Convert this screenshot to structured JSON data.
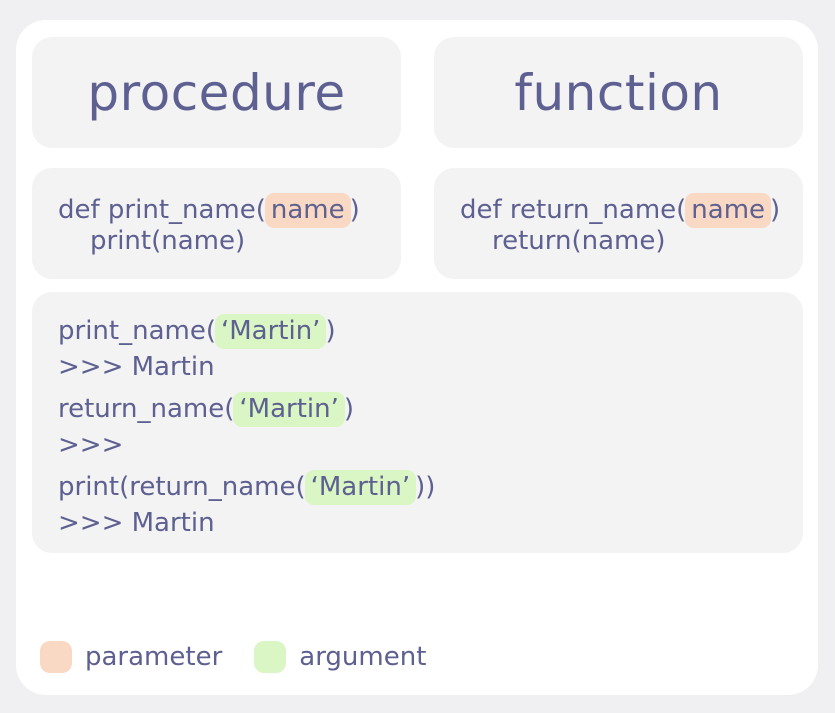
{
  "colors": {
    "page_background": "#f0f0f2",
    "card_background": "#ffffff",
    "panel_background": "#f3f3f4",
    "text": "#5d6090",
    "parameter_highlight": "#f9d9c3",
    "argument_highlight": "#d9f6c4"
  },
  "headers": {
    "left": "procedure",
    "right": "function"
  },
  "code_left": {
    "line1_prefix": "def print_name(",
    "param": "name",
    "line1_suffix": ")",
    "line2": "print(name)"
  },
  "code_right": {
    "line1_prefix": "def return_name(",
    "param": "name",
    "line1_suffix": ")",
    "line2": "return(name)"
  },
  "examples": [
    {
      "pre": "print_name(",
      "arg": "‘Martin’",
      "post": ")",
      "output": ">>> Martin"
    },
    {
      "pre": "return_name(",
      "arg": "‘Martin’",
      "post": ")",
      "output": ">>>"
    },
    {
      "pre": "print(return_name(",
      "arg": "‘Martin’",
      "post": "))",
      "output": ">>> Martin"
    }
  ],
  "legend": [
    {
      "label": "parameter",
      "color": "#f9d9c3"
    },
    {
      "label": "argument",
      "color": "#d9f6c4"
    }
  ]
}
